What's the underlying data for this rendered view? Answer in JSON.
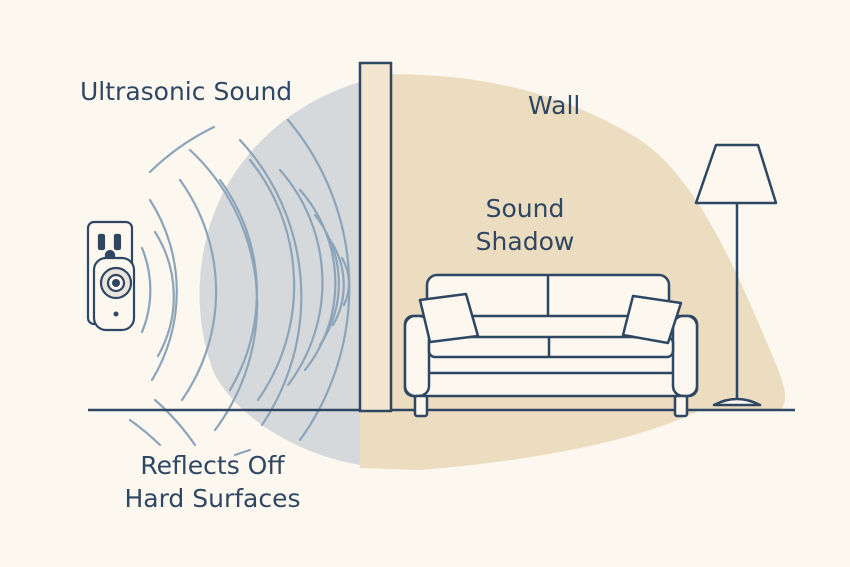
{
  "labels": {
    "ultrasonic_sound": "Ultrasonic Sound",
    "wall": "Wall",
    "sound_shadow_line1": "Sound",
    "sound_shadow_line2": "Shadow",
    "reflects_line1": "Reflects Off",
    "reflects_line2": "Hard Surfaces"
  },
  "icons": [
    "wall-outlet-icon",
    "ultrasonic-device-icon",
    "sofa-icon",
    "floor-lamp-icon"
  ],
  "colors": {
    "background": "#fcf7ef",
    "ink": "#2f4763",
    "sound_region": "#d5d9db",
    "shadow_region": "#ecdcc0",
    "wall_fill": "#f3e6d1",
    "waves": "#8ca4ba"
  }
}
